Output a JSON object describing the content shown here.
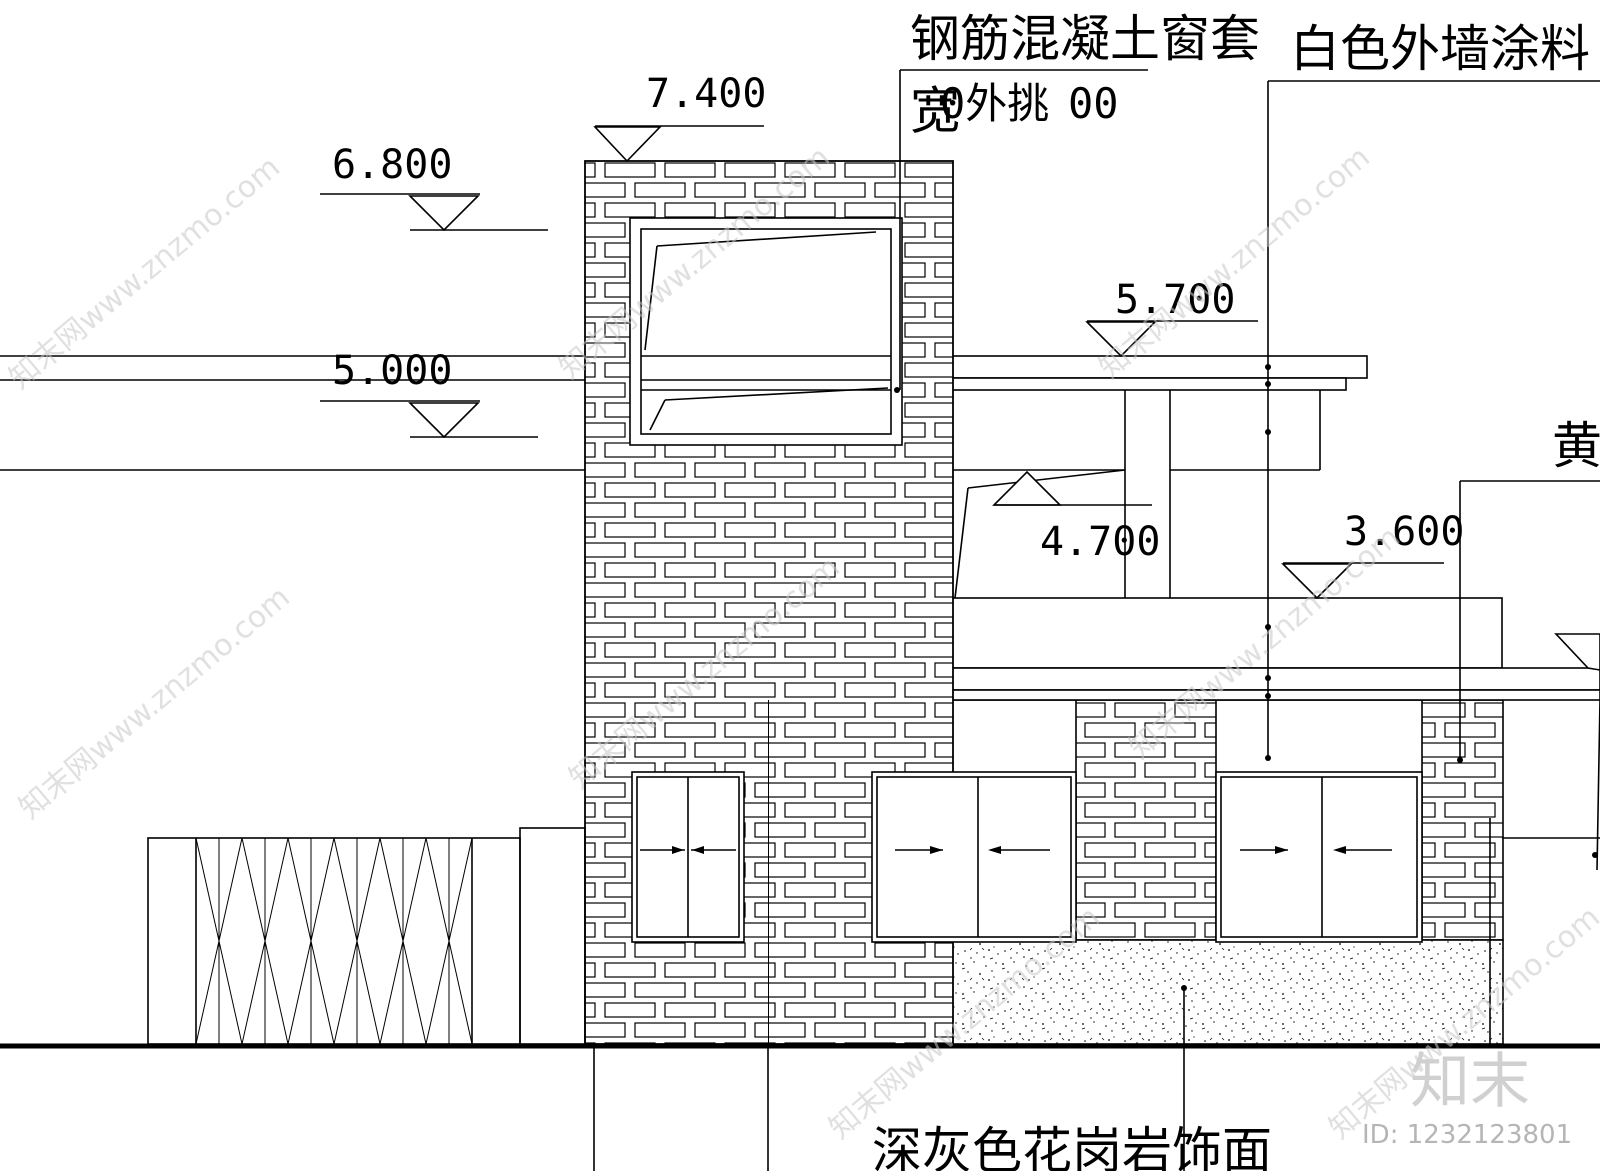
{
  "levels": {
    "l7400": "7.400",
    "l6800": "6.800",
    "l5700": "5.700",
    "l5000": "5.000",
    "l4700": "4.700",
    "l3600": "3.600"
  },
  "notes": {
    "window_frame_line1": "钢筋混凝土窗套",
    "window_frame_line2": "宽",
    "window_frame_line2b": "0外挑",
    "window_frame_line2c": "00",
    "white_paint": "白色外墙涂料",
    "yellow_partial": "黄",
    "granite": "深灰色花岗岩饰面"
  },
  "watermark": {
    "site": "知末网www.znzmo.com",
    "logo": "知末",
    "id": "ID: 1232123801"
  }
}
